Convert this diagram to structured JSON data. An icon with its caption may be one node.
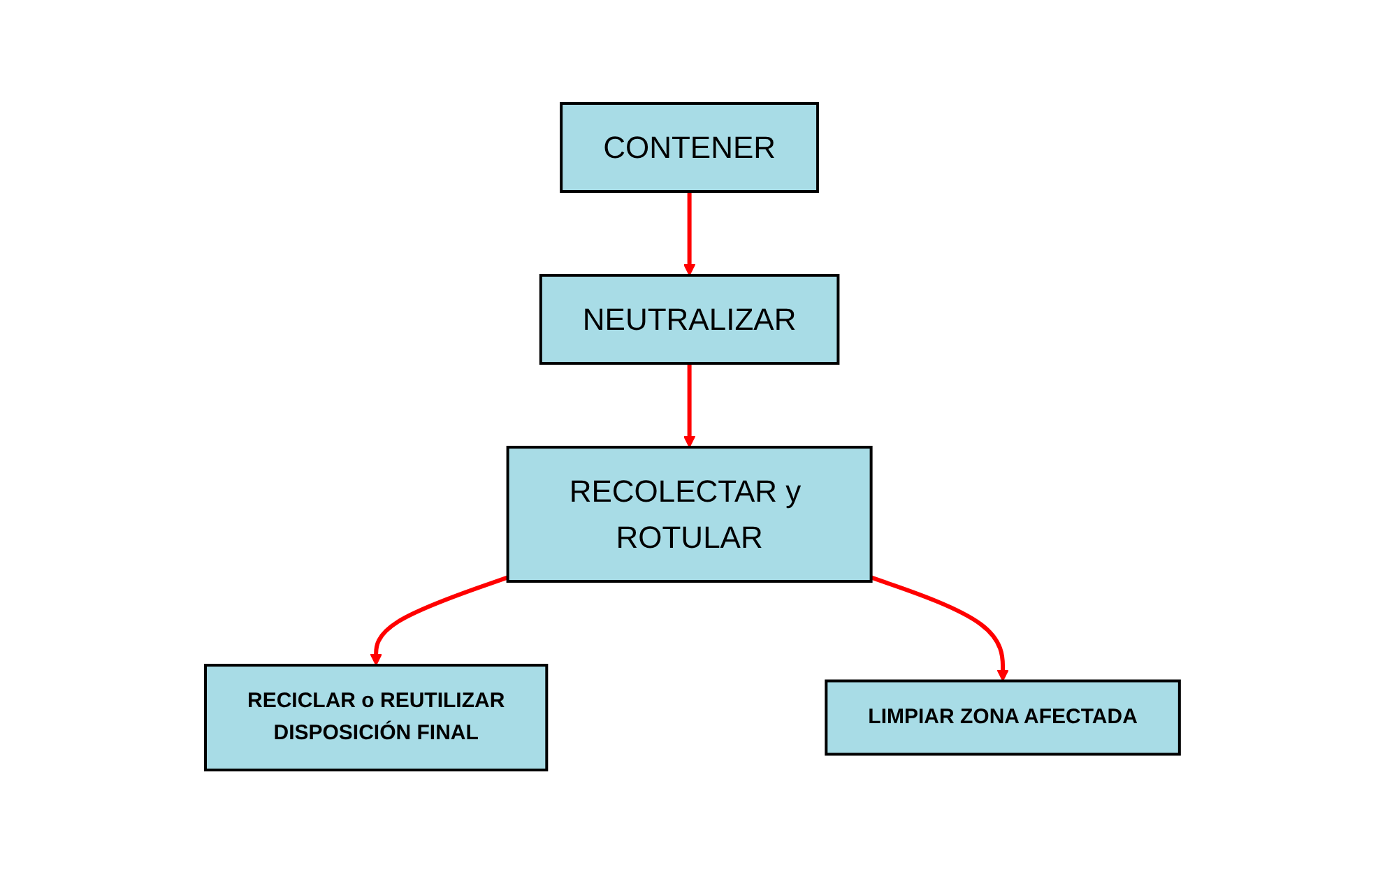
{
  "diagram": {
    "nodes": [
      {
        "text": [
          "CONTENER"
        ]
      },
      {
        "text": [
          "NEUTRALIZAR"
        ]
      },
      {
        "text": [
          "RECOLECTAR y ROTULAR"
        ]
      },
      {
        "text": [
          "RECICLAR o REUTILIZAR",
          "DISPOSICIÓN FINAL"
        ]
      },
      {
        "text": [
          "LIMPIAR ZONA AFECTADA"
        ]
      }
    ],
    "edges": [
      {
        "from": 0,
        "to": 1,
        "arrow": "to"
      },
      {
        "from": 1,
        "to": 2,
        "arrow": "to"
      },
      {
        "from": 2,
        "to": 3,
        "arrow": "to"
      },
      {
        "from": 2,
        "to": 4,
        "arrow": "to"
      }
    ]
  }
}
